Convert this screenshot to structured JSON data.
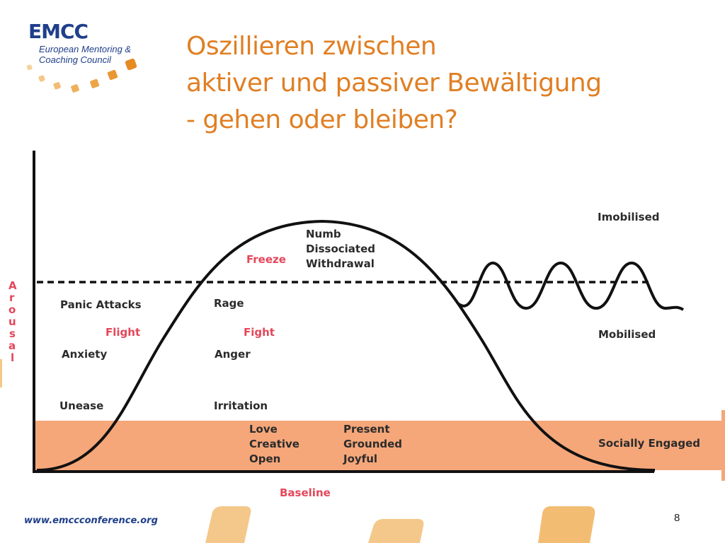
{
  "logo": {
    "name": "EMCC",
    "subtitle_lines": [
      "European Mentoring &",
      "Coaching Council"
    ]
  },
  "title_lines": [
    "Oszillieren zwischen",
    "aktiver und passiver Bewältigung",
    "- gehen oder bleiben?"
  ],
  "diagram": {
    "axis_label_letters": [
      "A",
      "r",
      "o",
      "u",
      "s",
      "a",
      "l"
    ],
    "baseline_label": "Baseline",
    "left_column": {
      "panic_attacks": "Panic Attacks",
      "flight": "Flight",
      "anxiety": "Anxiety",
      "unease": "Unease"
    },
    "middle_column": {
      "freeze": "Freeze",
      "rage": "Rage",
      "fight": "Fight",
      "anger": "Anger",
      "irritation": "Irritation"
    },
    "peak_labels": [
      "Numb",
      "Dissociated",
      "Withdrawal"
    ],
    "right_column": {
      "imobilised": "Imobilised",
      "mobilised": "Mobilised",
      "socially_engaged": "Socially Engaged"
    },
    "band_labels_left": [
      "Love",
      "Creative",
      "Open"
    ],
    "band_labels_right": [
      "Present",
      "Grounded",
      "Joyful"
    ],
    "colors": {
      "band": "#f5a77a",
      "accent_red": "#e4475a",
      "title_orange": "#e07f24",
      "curve": "#111111"
    }
  },
  "footer": {
    "url": "www.emccconference.org",
    "page_number": "8"
  }
}
